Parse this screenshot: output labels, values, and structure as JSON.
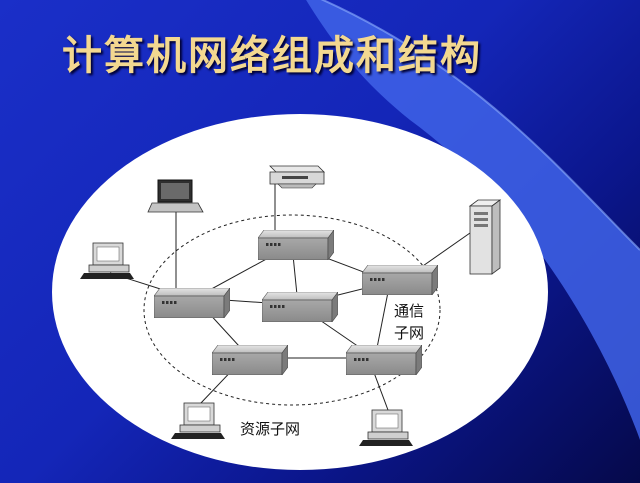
{
  "slide": {
    "title": "计算机网络组成和结构"
  },
  "diagram": {
    "comm_subnet_label_line1": "通信",
    "comm_subnet_label_line2": "子网",
    "resource_subnet_label": "资源子网"
  },
  "colors": {
    "background": "#1426b8",
    "title": "#f3d890",
    "ellipse_fill": "#ffffff",
    "device_gray": "#b8b8b8"
  },
  "icons": [
    "laptop-icon",
    "printer-icon",
    "server-icon",
    "desktop-computer-icon",
    "network-switch-icon"
  ]
}
